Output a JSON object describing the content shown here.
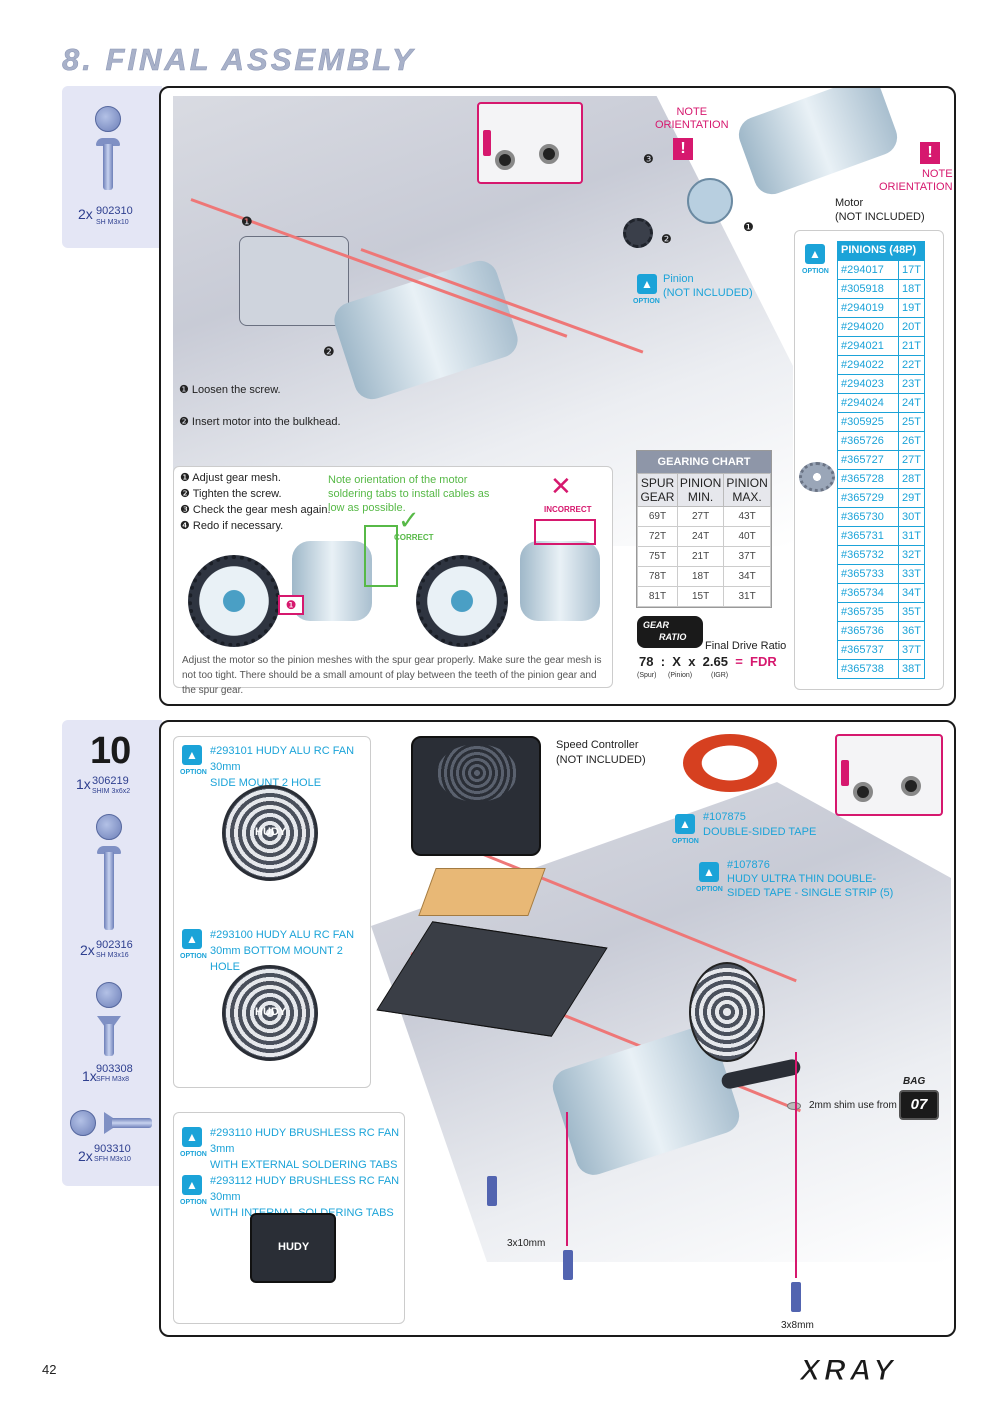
{
  "page": {
    "title": "8. FINAL ASSEMBLY",
    "page_number": "42",
    "brand": "XRAY"
  },
  "step_top": {
    "parts": [
      {
        "qty": "2x",
        "code": "902310",
        "desc": "SH M3x10"
      }
    ],
    "instructions_a": [
      "❶ Loosen the screw.",
      "❷ Insert motor into the bulkhead."
    ],
    "note_orientation": "NOTE\nORIENTATION",
    "note_orientation_2": "NOTE\nORIENTATION",
    "motor_label": "Motor\n(NOT INCLUDED)",
    "pinion_label": "Pinion\n(NOT INCLUDED)",
    "option": "OPTION",
    "callouts": {
      "one": "❶",
      "two": "❷",
      "three": "❸"
    },
    "mesh_box": {
      "steps": [
        "❶ Adjust gear mesh.",
        "❷ Tighten the screw.",
        "❸ Check the gear mesh again.",
        "❹ Redo if necessary."
      ],
      "note": "Note orientation of the motor soldering tabs to install cables as low as possible.",
      "correct": "CORRECT",
      "incorrect": "INCORRECT",
      "footer": "Adjust the motor so the pinion meshes with the spur gear properly. Make sure the gear mesh is not too tight. There should be a small amount of play between the teeth of the pinion gear and the spur gear."
    },
    "gearing_chart": {
      "title": "GEARING CHART",
      "headers": [
        "SPUR GEAR",
        "PINION MIN.",
        "PINION MAX."
      ],
      "rows": [
        [
          "69T",
          "27T",
          "43T"
        ],
        [
          "72T",
          "24T",
          "40T"
        ],
        [
          "75T",
          "21T",
          "37T"
        ],
        [
          "78T",
          "18T",
          "34T"
        ],
        [
          "81T",
          "15T",
          "31T"
        ]
      ],
      "gear_ratio_badge_1": "GEAR",
      "gear_ratio_badge_2": "RATIO",
      "fdr_label": "Final Drive Ratio",
      "formula": {
        "spur": "78",
        "colon": ":",
        "x": "X",
        "times": "x",
        "igr": "2.65",
        "eq": "=",
        "fdr": "FDR"
      },
      "formula_sub": {
        "spur": "(Spur)",
        "pinion": "(Pinion)",
        "igr": "(IGR)"
      }
    },
    "pinions": {
      "title": "PINIONS (48P)",
      "rows": [
        [
          "#294017",
          "17T"
        ],
        [
          "#305918",
          "18T"
        ],
        [
          "#294019",
          "19T"
        ],
        [
          "#294020",
          "20T"
        ],
        [
          "#294021",
          "21T"
        ],
        [
          "#294022",
          "22T"
        ],
        [
          "#294023",
          "23T"
        ],
        [
          "#294024",
          "24T"
        ],
        [
          "#305925",
          "25T"
        ],
        [
          "#365726",
          "26T"
        ],
        [
          "#365727",
          "27T"
        ],
        [
          "#365728",
          "28T"
        ],
        [
          "#365729",
          "29T"
        ],
        [
          "#365730",
          "30T"
        ],
        [
          "#365731",
          "31T"
        ],
        [
          "#365732",
          "32T"
        ],
        [
          "#365733",
          "33T"
        ],
        [
          "#365734",
          "34T"
        ],
        [
          "#365735",
          "35T"
        ],
        [
          "#365736",
          "36T"
        ],
        [
          "#365737",
          "37T"
        ],
        [
          "#365738",
          "38T"
        ]
      ]
    }
  },
  "step_bottom": {
    "step_number": "10",
    "parts": [
      {
        "qty": "1x",
        "code": "306219",
        "desc": "SHIM 3x6x2"
      },
      {
        "qty": "2x",
        "code": "902316",
        "desc": "SH M3x16"
      },
      {
        "qty": "1x",
        "code": "903308",
        "desc": "SFH M3x8"
      },
      {
        "qty": "2x",
        "code": "903310",
        "desc": "SFH M3x10"
      }
    ],
    "options": [
      "#293101 HUDY ALU RC FAN 30mm\nSIDE MOUNT 2 HOLE",
      "#293100 HUDY ALU RC FAN\n30mm BOTTOM MOUNT 2 HOLE",
      "#293110 HUDY BRUSHLESS RC FAN 3mm\nWITH EXTERNAL SOLDERING TABS",
      "#293112 HUDY BRUSHLESS RC FAN 30mm\nWITH INTERNAL SOLDERING TABS",
      "#107875\nDOUBLE-SIDED TAPE",
      "#107876\nHUDY ULTRA THIN DOUBLE-\nSIDED TAPE - SINGLE STRIP (5)"
    ],
    "fan_brand": "HUDY",
    "speed_controller": "Speed Controller\n(NOT INCLUDED)",
    "shim_note": "2mm  shim use from",
    "bag_label": "BAG",
    "bag_number": "07",
    "screw_a": "3x10mm",
    "screw_b": "3x8mm"
  }
}
